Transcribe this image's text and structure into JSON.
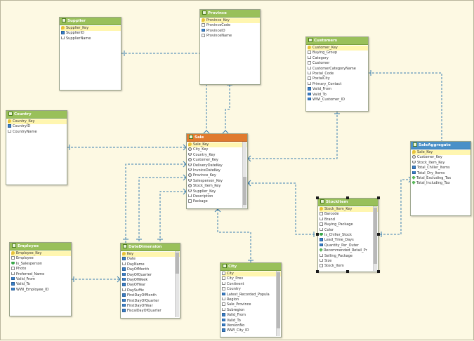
{
  "tables": {
    "supplier": {
      "title": "Supplier",
      "fields": [
        {
          "name": "Supplier_Key",
          "icon": "key-icon"
        },
        {
          "name": "SupplierID",
          "icon": "number-icon"
        },
        {
          "name": "SupplierName",
          "icon": "field-icon"
        }
      ]
    },
    "province": {
      "title": "Province",
      "fields": [
        {
          "name": "Province_Key",
          "icon": "key-icon"
        },
        {
          "name": "ProvinceCode",
          "icon": "field-icon"
        },
        {
          "name": "ProvinceID",
          "icon": "number-icon"
        },
        {
          "name": "ProvinceName",
          "icon": "field-icon"
        }
      ]
    },
    "customers": {
      "title": "Customers",
      "fields": [
        {
          "name": "Customer_Key",
          "icon": "key-icon"
        },
        {
          "name": "Buying_Group",
          "icon": "field-icon"
        },
        {
          "name": "Category",
          "icon": "field-icon"
        },
        {
          "name": "Customer",
          "icon": "field-icon"
        },
        {
          "name": "CustomerCategoryName",
          "icon": "field-icon"
        },
        {
          "name": "Postal_Code",
          "icon": "field-icon"
        },
        {
          "name": "PostalCity",
          "icon": "field-icon"
        },
        {
          "name": "Primary_Contact",
          "icon": "field-icon"
        },
        {
          "name": "Valid_From",
          "icon": "number-icon"
        },
        {
          "name": "Valid_To",
          "icon": "number-icon"
        },
        {
          "name": "WWI_Customer_ID",
          "icon": "number-icon"
        }
      ]
    },
    "country": {
      "title": "Country",
      "fields": [
        {
          "name": "Country_Key",
          "icon": "key-icon"
        },
        {
          "name": "CountryID",
          "icon": "number-icon"
        },
        {
          "name": "CountryName",
          "icon": "field-icon"
        }
      ]
    },
    "sale": {
      "title": "Sale",
      "fields": [
        {
          "name": "Sale_Key",
          "icon": "key-icon"
        },
        {
          "name": "City_Key",
          "icon": "lookup-icon"
        },
        {
          "name": "Country_Key",
          "icon": "lookup-icon"
        },
        {
          "name": "Customer_Key",
          "icon": "lookup-icon"
        },
        {
          "name": "DeliveryDateKey",
          "icon": "lookup-icon"
        },
        {
          "name": "InvoiceDateKey",
          "icon": "lookup-icon"
        },
        {
          "name": "Province_Key",
          "icon": "lookup-icon"
        },
        {
          "name": "Salesperson_Key",
          "icon": "lookup-icon"
        },
        {
          "name": "Stock_Item_Key",
          "icon": "lookup-icon"
        },
        {
          "name": "Supplier_Key",
          "icon": "lookup-icon"
        },
        {
          "name": "Description",
          "icon": "field-icon"
        },
        {
          "name": "Package",
          "icon": "field-icon"
        }
      ]
    },
    "saleAggregate": {
      "title": "SaleAggregate",
      "fields": [
        {
          "name": "Sale_Key",
          "icon": "key-icon"
        },
        {
          "name": "Customer_Key",
          "icon": "lookup-icon"
        },
        {
          "name": "Stock_Item_Key",
          "icon": "lookup-icon"
        },
        {
          "name": "Total_Chiller_Items",
          "icon": "number-icon"
        },
        {
          "name": "Total_Dry_Items",
          "icon": "number-icon"
        },
        {
          "name": "Total_Excluding_Tax",
          "icon": "calc-icon"
        },
        {
          "name": "Total_Including_Tax",
          "icon": "calc-icon"
        }
      ]
    },
    "stockItem": {
      "title": "StockItem",
      "fields": [
        {
          "name": "Stock_Item_Key",
          "icon": "key-icon"
        },
        {
          "name": "Barcode",
          "icon": "field-icon"
        },
        {
          "name": "Brand",
          "icon": "field-icon"
        },
        {
          "name": "Buying_Package",
          "icon": "field-icon"
        },
        {
          "name": "Color",
          "icon": "field-icon"
        },
        {
          "name": "Is_Chiller_Stock",
          "icon": "boolean-icon"
        },
        {
          "name": "Lead_Time_Days",
          "icon": "number-icon"
        },
        {
          "name": "Quantity_Per_Outer",
          "icon": "number-icon"
        },
        {
          "name": "Recommended_Retail_Pr",
          "icon": "calc-icon"
        },
        {
          "name": "Selling_Package",
          "icon": "field-icon"
        },
        {
          "name": "Size",
          "icon": "field-icon"
        },
        {
          "name": "Stock_Item",
          "icon": "field-icon"
        }
      ]
    },
    "employee": {
      "title": "Employee",
      "fields": [
        {
          "name": "Employee_Key",
          "icon": "key-icon"
        },
        {
          "name": "Employee",
          "icon": "field-icon"
        },
        {
          "name": "Is_Salesperson",
          "icon": "boolean-icon"
        },
        {
          "name": "Photo",
          "icon": "field-icon"
        },
        {
          "name": "Preferred_Name",
          "icon": "field-icon"
        },
        {
          "name": "Valid_From",
          "icon": "number-icon"
        },
        {
          "name": "Valid_To",
          "icon": "number-icon"
        },
        {
          "name": "WWI_Employee_ID",
          "icon": "number-icon"
        }
      ]
    },
    "dateDimension": {
      "title": "DateDimension",
      "fields": [
        {
          "name": "Key",
          "icon": "key-icon"
        },
        {
          "name": "Date",
          "icon": "number-icon"
        },
        {
          "name": "DayName",
          "icon": "field-icon"
        },
        {
          "name": "DayOfMonth",
          "icon": "number-icon"
        },
        {
          "name": "DayOfQuarter",
          "icon": "number-icon"
        },
        {
          "name": "DayOfWeek",
          "icon": "number-icon"
        },
        {
          "name": "DayOfYear",
          "icon": "number-icon"
        },
        {
          "name": "DaySuffix",
          "icon": "field-icon"
        },
        {
          "name": "FirstDayOfMonth",
          "icon": "number-icon"
        },
        {
          "name": "FirstDayOfQuarter",
          "icon": "number-icon"
        },
        {
          "name": "FirstDayOfYear",
          "icon": "number-icon"
        },
        {
          "name": "FiscalDayOfQuarter",
          "icon": "number-icon"
        }
      ]
    },
    "city": {
      "title": "City",
      "fields": [
        {
          "name": "City",
          "icon": "field-icon"
        },
        {
          "name": "City_Prev",
          "icon": "field-icon"
        },
        {
          "name": "Continent",
          "icon": "field-icon"
        },
        {
          "name": "Country",
          "icon": "field-icon"
        },
        {
          "name": "Latest_Recorded_Popula",
          "icon": "number-icon"
        },
        {
          "name": "Region",
          "icon": "field-icon"
        },
        {
          "name": "Sale_Province",
          "icon": "field-icon"
        },
        {
          "name": "Subregion",
          "icon": "field-icon"
        },
        {
          "name": "Valid_From",
          "icon": "number-icon"
        },
        {
          "name": "Valid_To",
          "icon": "number-icon"
        },
        {
          "name": "VersionNo",
          "icon": "number-icon"
        },
        {
          "name": "WWI_City_ID",
          "icon": "number-icon"
        }
      ]
    }
  },
  "colors": {
    "header_green": "#99c05a",
    "header_orange": "#e07a2e",
    "header_blue": "#4a90c8",
    "link": "#3a7fb0",
    "background": "#fdf9e3"
  }
}
